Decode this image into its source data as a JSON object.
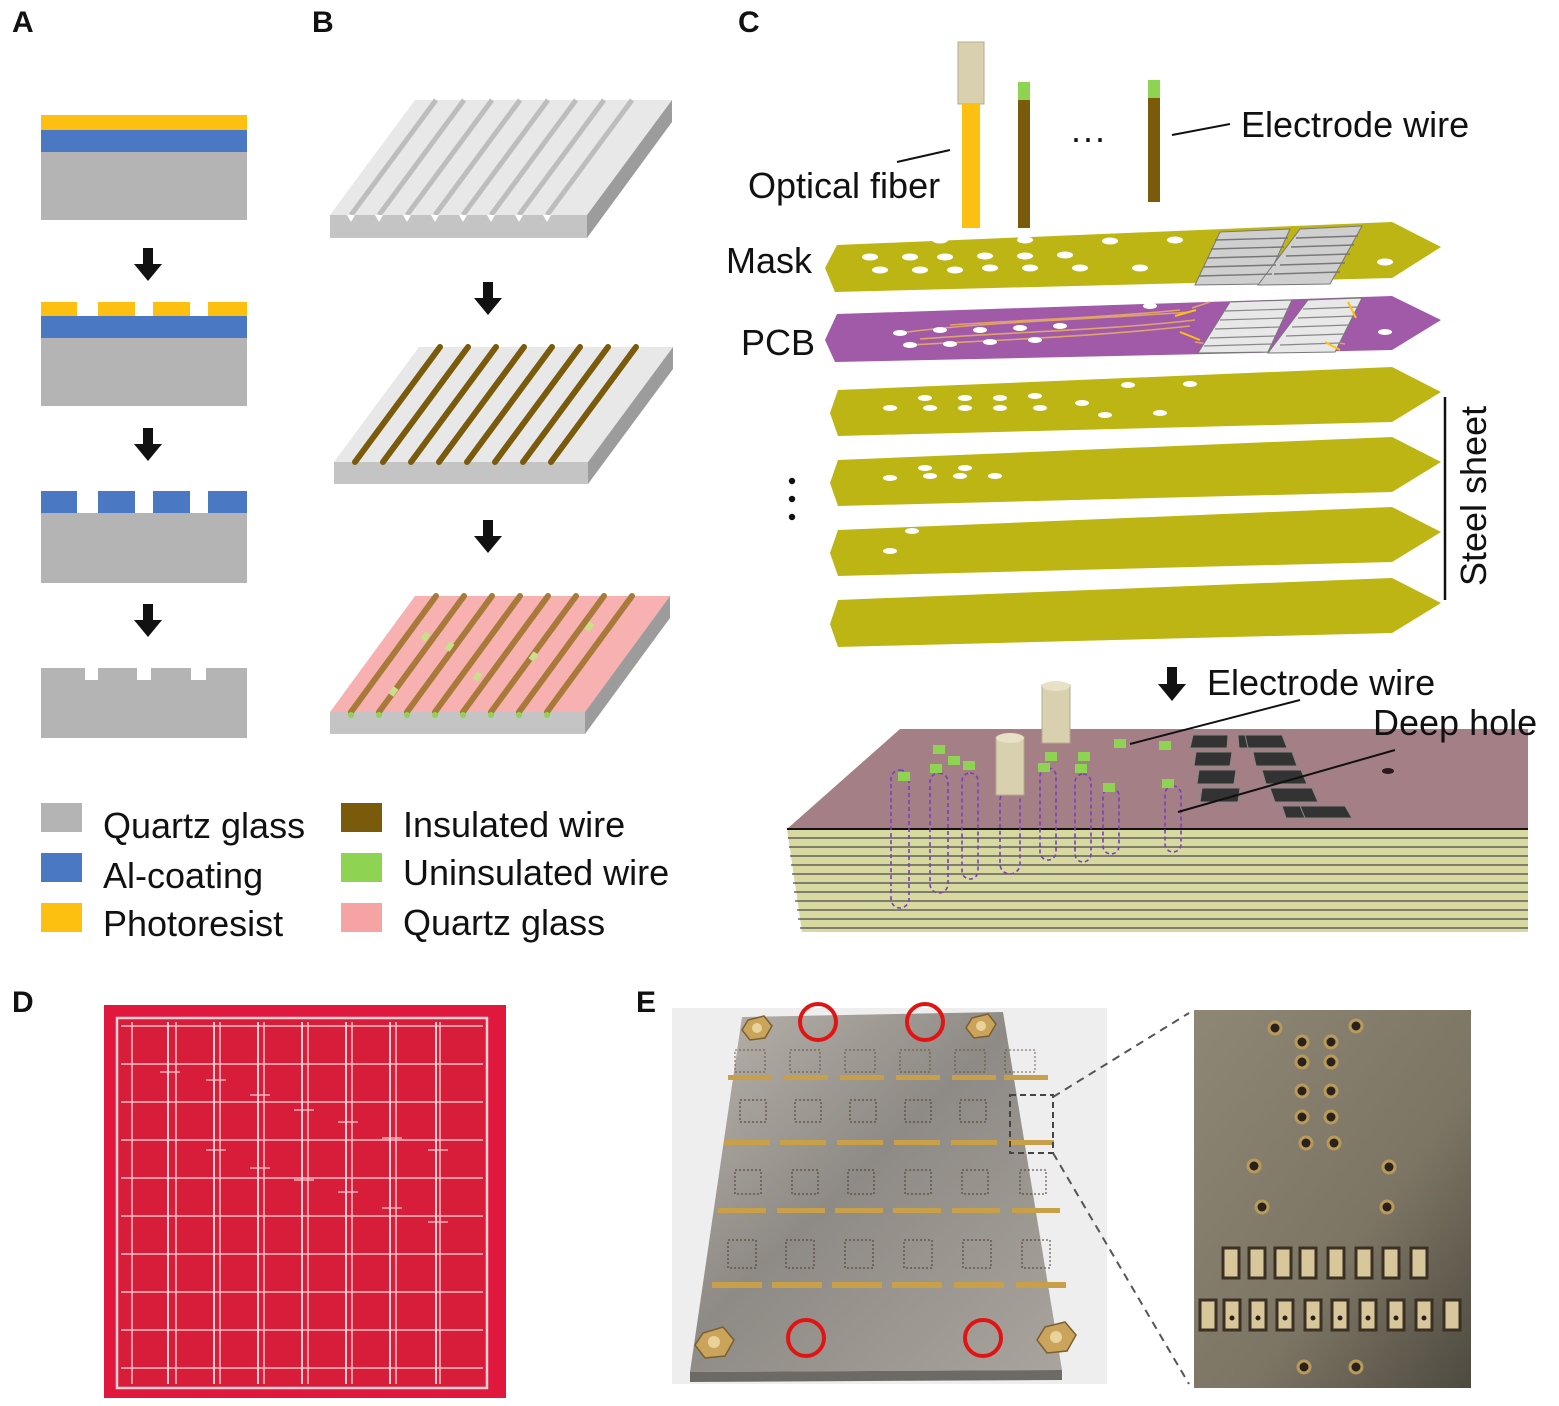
{
  "panels": {
    "a": "A",
    "b": "B",
    "c": "C",
    "d": "D",
    "e": "E"
  },
  "legend": {
    "quartz_glass": "Quartz glass",
    "al_coating": "Al-coating",
    "photoresist": "Photoresist",
    "insulated_wire": "Insulated wire",
    "uninsulated_wire": "Uninsulated wire",
    "quartz_glass_2": "Quartz glass"
  },
  "labels_c": {
    "optical_fiber": "Optical fiber",
    "electrode_wire": "Electrode wire",
    "ellipsis_h": "···",
    "mask": "Mask",
    "pcb": "PCB",
    "steel_sheet": "Steel sheet",
    "electrode_wire_bottom": "Electrode wire",
    "deep_hole": "Deep hole"
  },
  "colors": {
    "quartz": "#b4b4b4",
    "al": "#4a78c2",
    "photoresist": "#fdc010",
    "insulated": "#7a5b0c",
    "uninsulated": "#8ed352",
    "quartz_pink": "#f6a3a3",
    "steel": "#bcb514",
    "pcb": "#a05aa8",
    "photo_bg_red": "#e0183e",
    "ring_red": "#e11414"
  }
}
